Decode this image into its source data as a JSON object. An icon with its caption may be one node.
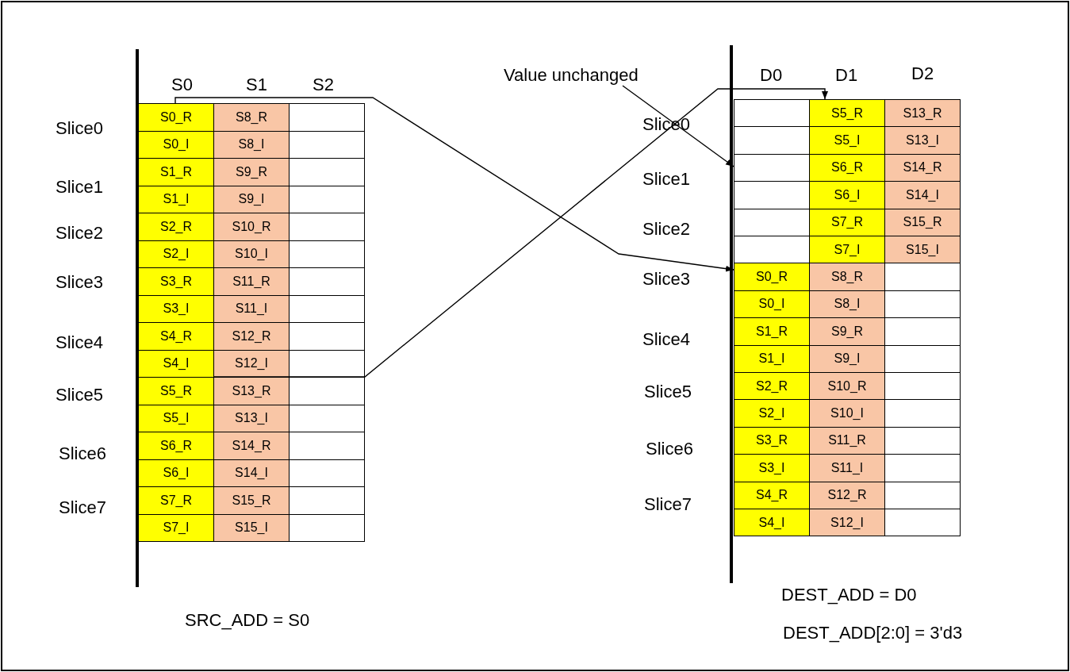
{
  "diagram": {
    "nodes": [
      {
        "text": [
          "S0_R"
        ]
      },
      {
        "text": [
          "S8_R"
        ]
      },
      {
        "text": [],
        "shape": "box"
      },
      {
        "text": [
          "S0_I"
        ]
      },
      {
        "text": [
          "S8_I"
        ]
      },
      {
        "text": [],
        "shape": "box"
      },
      {
        "text": [
          "S1_R"
        ]
      },
      {
        "text": [
          "S9_R"
        ]
      },
      {
        "text": [],
        "shape": "box"
      },
      {
        "text": [
          "S1_I"
        ]
      },
      {
        "text": [
          "S9_I"
        ]
      },
      {
        "text": [],
        "shape": "box"
      },
      {
        "text": [
          "S2_R"
        ]
      },
      {
        "text": [
          "S10_R"
        ]
      },
      {
        "text": [],
        "shape": "box"
      },
      {
        "text": [
          "S2_I"
        ]
      },
      {
        "text": [
          "S10_I"
        ]
      },
      {
        "text": [],
        "shape": "box"
      },
      {
        "text": [
          "S3_R"
        ]
      },
      {
        "text": [
          "S11_R"
        ]
      },
      {
        "text": [],
        "shape": "box"
      },
      {
        "text": [
          "S3_I"
        ]
      },
      {
        "text": [
          "S11_I"
        ]
      },
      {
        "text": [],
        "shape": "box"
      },
      {
        "text": [
          "S4_R"
        ]
      },
      {
        "text": [
          "S12_R"
        ]
      },
      {
        "text": [],
        "shape": "box"
      },
      {
        "text": [
          "S4_I"
        ]
      },
      {
        "text": [
          "S12_I"
        ]
      },
      {
        "text": [],
        "shape": "box"
      },
      {
        "text": [
          "S5_R"
        ]
      },
      {
        "text": [
          "S13_R"
        ]
      },
      {
        "text": [],
        "shape": "box"
      },
      {
        "text": [
          "S5_I"
        ]
      },
      {
        "text": [
          "S13_I"
        ]
      },
      {
        "text": [],
        "shape": "box"
      },
      {
        "text": [
          "S6_R"
        ]
      },
      {
        "text": [
          "S14_R"
        ]
      },
      {
        "text": [],
        "shape": "box"
      },
      {
        "text": [
          "S6_I"
        ]
      },
      {
        "text": [
          "S14_I"
        ]
      },
      {
        "text": [],
        "shape": "box"
      },
      {
        "text": [
          "S7_R"
        ]
      },
      {
        "text": [
          "S15_R"
        ]
      },
      {
        "text": [],
        "shape": "box"
      },
      {
        "text": [
          "S7_I"
        ]
      },
      {
        "text": [
          "S15_I"
        ]
      },
      {
        "text": [],
        "shape": "box"
      },
      {
        "text": [
          "Value unchanged"
        ]
      },
      {
        "text": [],
        "shape": "box"
      },
      {
        "text": [
          "S5_R"
        ]
      },
      {
        "text": [
          "S13_R"
        ]
      },
      {
        "text": [],
        "shape": "box"
      },
      {
        "text": [
          "S5_I"
        ]
      },
      {
        "text": [
          "S13_I"
        ]
      },
      {
        "text": [],
        "shape": "box"
      },
      {
        "text": [
          "S6_R"
        ]
      },
      {
        "text": [
          "S14_R"
        ]
      },
      {
        "text": [],
        "shape": "box"
      },
      {
        "text": [
          "S6_I"
        ]
      },
      {
        "text": [
          "S14_I"
        ]
      },
      {
        "text": [],
        "shape": "box"
      },
      {
        "text": [
          "S7_R"
        ]
      },
      {
        "text": [
          "S15_R"
        ]
      },
      {
        "text": [],
        "shape": "box"
      },
      {
        "text": [
          "S7_I"
        ]
      },
      {
        "text": [
          "S15_I"
        ]
      },
      {
        "text": [
          "S0_R"
        ]
      },
      {
        "text": [
          "S8_R"
        ]
      },
      {
        "text": [],
        "shape": "box"
      },
      {
        "text": [
          "S0_I"
        ]
      },
      {
        "text": [
          "S8_I"
        ]
      },
      {
        "text": [],
        "shape": "box"
      },
      {
        "text": [
          "S1_R"
        ]
      },
      {
        "text": [
          "S9_R"
        ]
      },
      {
        "text": [],
        "shape": "box"
      },
      {
        "text": [
          "S1_I"
        ]
      },
      {
        "text": [
          "S9_I"
        ]
      },
      {
        "text": [],
        "shape": "box"
      },
      {
        "text": [
          "S2_R"
        ]
      },
      {
        "text": [
          "S10_R"
        ]
      },
      {
        "text": [],
        "shape": "box"
      },
      {
        "text": [
          "S2_I"
        ]
      },
      {
        "text": [
          "S10_I"
        ]
      },
      {
        "text": [],
        "shape": "box"
      },
      {
        "text": [
          "S3_R"
        ]
      },
      {
        "text": [
          "S11_R"
        ]
      },
      {
        "text": [],
        "shape": "box"
      },
      {
        "text": [
          "S3_I"
        ]
      },
      {
        "text": [
          "S11_I"
        ]
      },
      {
        "text": [],
        "shape": "box"
      },
      {
        "text": [
          "S4_R"
        ]
      },
      {
        "text": [
          "S12_R"
        ]
      },
      {
        "text": [],
        "shape": "box"
      },
      {
        "text": [
          "S4_I"
        ]
      },
      {
        "text": [
          "S12_I"
        ]
      },
      {
        "text": [],
        "shape": "box"
      }
    ],
    "edges": [
      {
        "from": 0,
        "to": 67,
        "arrow": "to"
      },
      {
        "from": 30,
        "to": 50,
        "arrow": "to"
      },
      {
        "from": 48,
        "to": 55,
        "arrow": "to"
      }
    ],
    "labels": [
      "S0",
      "S1",
      "S2",
      "D0",
      "D1",
      "D2",
      "Slice0",
      "Slice1",
      "Slice2",
      "Slice3",
      "Slice4",
      "Slice5",
      "Slice6",
      "Slice7",
      "Slice0",
      "Slice1",
      "Slice2",
      "Slice3",
      "Slice4",
      "Slice5",
      "Slice6",
      "Slice7",
      "SRC_ADD = S0",
      "DEST_ADD = D0",
      "DEST_ADD[2:0] = 3'd3"
    ]
  }
}
